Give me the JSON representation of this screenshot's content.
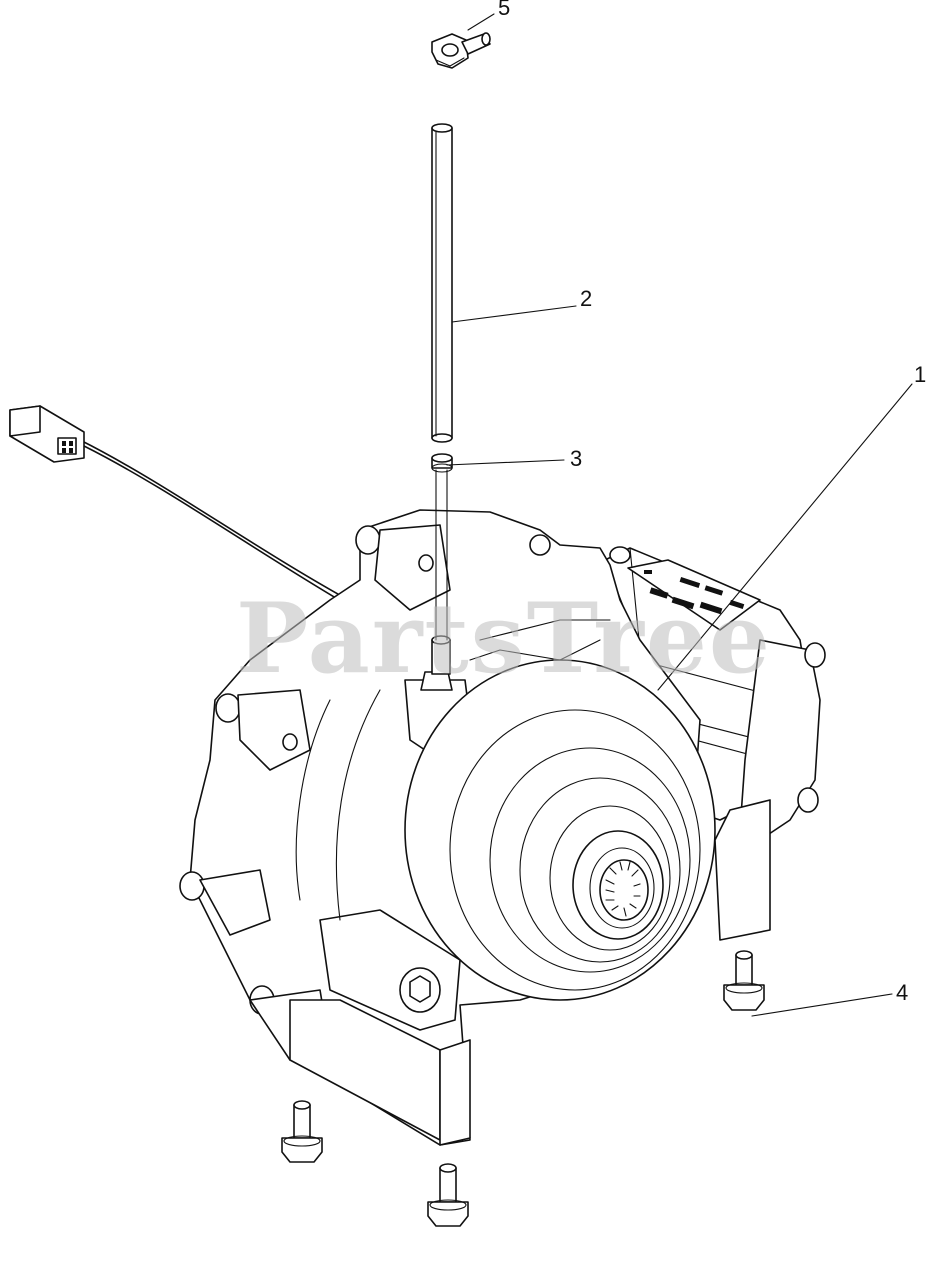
{
  "watermark": "PartsTree",
  "callouts": [
    {
      "id": "1",
      "label": "1"
    },
    {
      "id": "2",
      "label": "2"
    },
    {
      "id": "3",
      "label": "3"
    },
    {
      "id": "4",
      "label": "4"
    },
    {
      "id": "5",
      "label": "5"
    }
  ]
}
